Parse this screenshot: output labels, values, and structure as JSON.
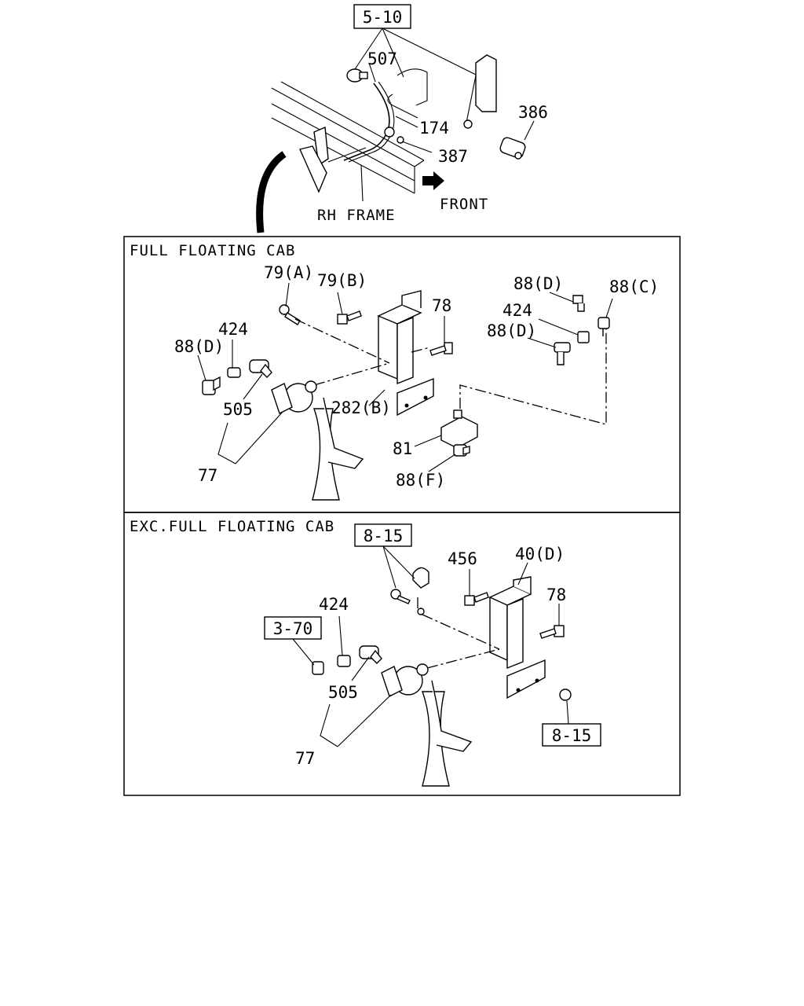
{
  "top": {
    "ref_box": "5-10",
    "labels": {
      "p507": "507",
      "p174": "174",
      "p386": "386",
      "p387": "387"
    },
    "front_label": "FRONT",
    "frame_label": "RH FRAME"
  },
  "panel_full": {
    "title": "FULL FLOATING CAB",
    "labels": {
      "p79a": "79(A)",
      "p79b": "79(B)",
      "p78": "78",
      "p88d_top": "88(D)",
      "p88c": "88(C)",
      "p424_right": "424",
      "p88d_mid": "88(D)",
      "p424_left": "424",
      "p88d_left": "88(D)",
      "p505": "505",
      "p282b": "282(B)",
      "p81": "81",
      "p77": "77",
      "p88f": "88(F)"
    }
  },
  "panel_exc": {
    "title": "EXC.FULL FLOATING CAB",
    "ref_box_top": "8-15",
    "ref_box_left": "3-70",
    "ref_box_bottom": "8-15",
    "labels": {
      "p456": "456",
      "p40d": "40(D)",
      "p78": "78",
      "p424": "424",
      "p505": "505",
      "p77": "77"
    }
  }
}
